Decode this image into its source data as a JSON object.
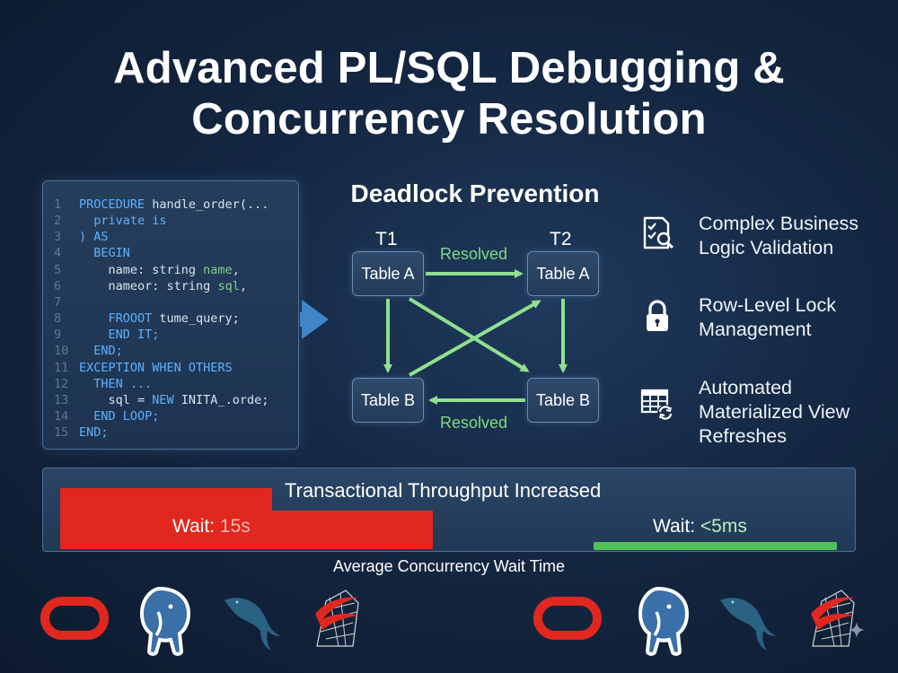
{
  "title": {
    "line1": "Advanced PL/SQL Debugging &",
    "line2": "Concurrency Resolution"
  },
  "code": {
    "lines": [
      {
        "n": "1",
        "parts": [
          {
            "t": "PROCEDURE ",
            "c": "kw"
          },
          {
            "t": "handle_order(...",
            "c": "tx"
          }
        ]
      },
      {
        "n": "2",
        "parts": [
          {
            "t": "  private is",
            "c": "kw"
          }
        ]
      },
      {
        "n": "3",
        "parts": [
          {
            "t": ") AS",
            "c": "kw"
          }
        ]
      },
      {
        "n": "4",
        "parts": [
          {
            "t": "  BEGIN",
            "c": "kw"
          }
        ]
      },
      {
        "n": "5",
        "parts": [
          {
            "t": "    name: string ",
            "c": "tx"
          },
          {
            "t": "name",
            "c": "ty"
          },
          {
            "t": ",",
            "c": "tx"
          }
        ]
      },
      {
        "n": "6",
        "parts": [
          {
            "t": "    nameor: string ",
            "c": "tx"
          },
          {
            "t": "sql",
            "c": "ty"
          },
          {
            "t": ",",
            "c": "tx"
          }
        ]
      },
      {
        "n": "7",
        "parts": []
      },
      {
        "n": "8",
        "parts": [
          {
            "t": "    FROOOT ",
            "c": "kw"
          },
          {
            "t": "tume_query;",
            "c": "tx"
          }
        ]
      },
      {
        "n": "9",
        "parts": [
          {
            "t": "    END IT;",
            "c": "kw"
          }
        ]
      },
      {
        "n": "10",
        "parts": [
          {
            "t": "  END;",
            "c": "kw"
          }
        ]
      },
      {
        "n": "11",
        "parts": [
          {
            "t": "EXCEPTION WHEN OTHERS",
            "c": "kw"
          }
        ]
      },
      {
        "n": "12",
        "parts": [
          {
            "t": "  THEN ...",
            "c": "kw"
          }
        ]
      },
      {
        "n": "13",
        "parts": [
          {
            "t": "    sql = ",
            "c": "tx"
          },
          {
            "t": "NEW ",
            "c": "kw"
          },
          {
            "t": "INITA_.orde;",
            "c": "tx"
          }
        ]
      },
      {
        "n": "14",
        "parts": [
          {
            "t": "  END LOOP;",
            "c": "kw"
          }
        ]
      },
      {
        "n": "15",
        "parts": [
          {
            "t": "END;",
            "c": "kw"
          }
        ]
      }
    ]
  },
  "deadlock": {
    "title": "Deadlock Prevention",
    "t1": "T1",
    "t2": "T2",
    "t1_table_a": "Table A",
    "t1_table_b": "Table B",
    "t2_table_a": "Table A",
    "t2_table_b": "Table B",
    "resolved_top": "Resolved",
    "resolved_bottom": "Resolved",
    "arrow_color": "#8fe08f"
  },
  "features": [
    {
      "icon": "checklist-search-icon",
      "lines": [
        "Complex Business",
        "Logic Validation"
      ]
    },
    {
      "icon": "padlock-icon",
      "lines": [
        "Row-Level Lock",
        "Management"
      ]
    },
    {
      "icon": "table-refresh-icon",
      "lines": [
        "Automated",
        "Materialized View",
        "Refreshes"
      ]
    }
  ],
  "throughput": {
    "label": "Transactional Throughput Increased",
    "before_label": "Wait:",
    "before_value": "15s",
    "after_label": "Wait:",
    "after_value": "<5ms",
    "caption": "Average Concurrency Wait Time",
    "high_color": "#e0281f",
    "low_color": "#4fc25a"
  },
  "logos": [
    "oracle-logo-icon",
    "postgresql-elephant-icon",
    "mysql-dolphin-icon",
    "sql-server-logo-icon",
    "oracle-logo-icon",
    "postgresql-elephant-icon",
    "mysql-dolphin-icon",
    "sql-server-logo-icon"
  ]
}
